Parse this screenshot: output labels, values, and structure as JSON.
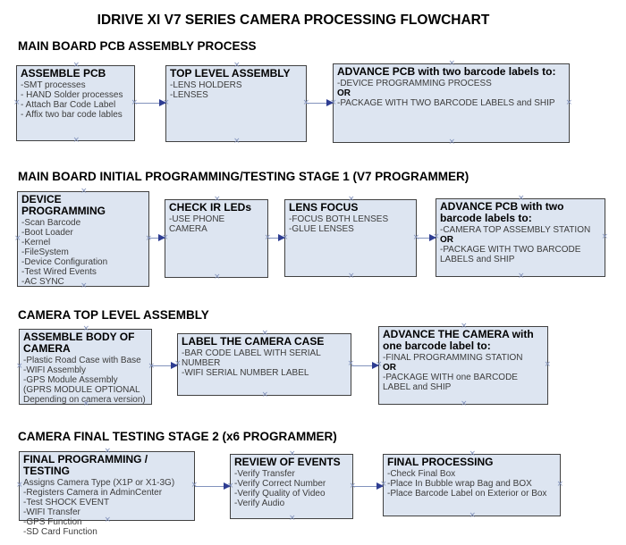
{
  "title": "IDRIVE XI V7 SERIES CAMERA PROCESSING FLOWCHART",
  "colors": {
    "box_fill": "#dde5f1",
    "box_border": "#414141",
    "arrow_line": "#8293bd",
    "arrow_head": "#2e3d92",
    "anchor_mark": "#8292bb"
  },
  "symbols": {
    "connector_anchor": "×"
  },
  "sections": [
    {
      "heading": "MAIN BOARD PCB ASSEMBLY PROCESS",
      "boxes": [
        {
          "title": "ASSEMBLE PCB",
          "lines": [
            "-SMT processes",
            "- HAND Solder processes",
            "- Attach Bar Code Label",
            "- Affix two bar code lables"
          ]
        },
        {
          "title": "TOP LEVEL ASSEMBLY",
          "lines": [
            "-LENS HOLDERS",
            "-LENSES"
          ]
        },
        {
          "title": "ADVANCE PCB with two barcode labels to:",
          "lines": [
            "-DEVICE PROGRAMMING PROCESS",
            "OR",
            "-PACKAGE WITH TWO BARCODE LABELS and SHIP"
          ]
        }
      ]
    },
    {
      "heading": "MAIN BOARD INITIAL PROGRAMMING/TESTING STAGE 1 (V7 PROGRAMMER)",
      "boxes": [
        {
          "title": "DEVICE PROGRAMMING",
          "lines": [
            "-Scan Barcode",
            "-Boot Loader",
            "-Kernel",
            "-FileSystem",
            "-Device Configuration",
            "-Test Wired Events",
            "-AC SYNC"
          ]
        },
        {
          "title": "CHECK IR LEDs",
          "lines": [
            "-USE PHONE CAMERA"
          ]
        },
        {
          "title": "LENS FOCUS",
          "lines": [
            "-FOCUS BOTH LENSES",
            "-GLUE LENSES"
          ]
        },
        {
          "title": "ADVANCE PCB with two barcode labels to:",
          "lines": [
            "-CAMERA TOP ASSEMBLY STATION",
            "OR",
            "-PACKAGE WITH TWO BARCODE LABELS and SHIP"
          ]
        }
      ]
    },
    {
      "heading": "CAMERA TOP LEVEL ASSEMBLY",
      "boxes": [
        {
          "title": "ASSEMBLE BODY OF CAMERA",
          "lines": [
            "-Plastic Road Case with Base",
            "-WIFI Assembly",
            "-GPS Module Assembly",
            "(GPRS MODULE OPTIONAL",
            "Depending on camera version)"
          ]
        },
        {
          "title": "LABEL THE CAMERA CASE",
          "lines": [
            "-BAR CODE LABEL WITH SERIAL NUMBER",
            "-WIFI SERIAL NUMBER LABEL"
          ]
        },
        {
          "title": "ADVANCE THE CAMERA with one barcode label to:",
          "lines": [
            "-FINAL PROGRAMMING STATION",
            "OR",
            "-PACKAGE WITH one BARCODE LABEL and SHIP"
          ]
        }
      ]
    },
    {
      "heading": "CAMERA FINAL TESTING STAGE 2 (x6 PROGRAMMER)",
      "boxes": [
        {
          "title": "FINAL PROGRAMMING / TESTING",
          "lines": [
            "Assigns Camera Type (X1P or X1-3G)",
            "-Registers Camera in AdminCenter",
            "-Test SHOCK EVENT",
            "-WIFI Transfer",
            "-GPS Function",
            "-SD Card Function"
          ]
        },
        {
          "title": "REVIEW OF EVENTS",
          "lines": [
            "-Verify Transfer",
            "-Verify Correct Number",
            "-Verify Quality of Video",
            "-Verify Audio"
          ]
        },
        {
          "title": "FINAL PROCESSING",
          "lines": [
            "-Check Final Box",
            "-Place In Bubble wrap Bag and BOX",
            "-Place Barcode Label on Exterior or Box"
          ]
        }
      ]
    }
  ]
}
